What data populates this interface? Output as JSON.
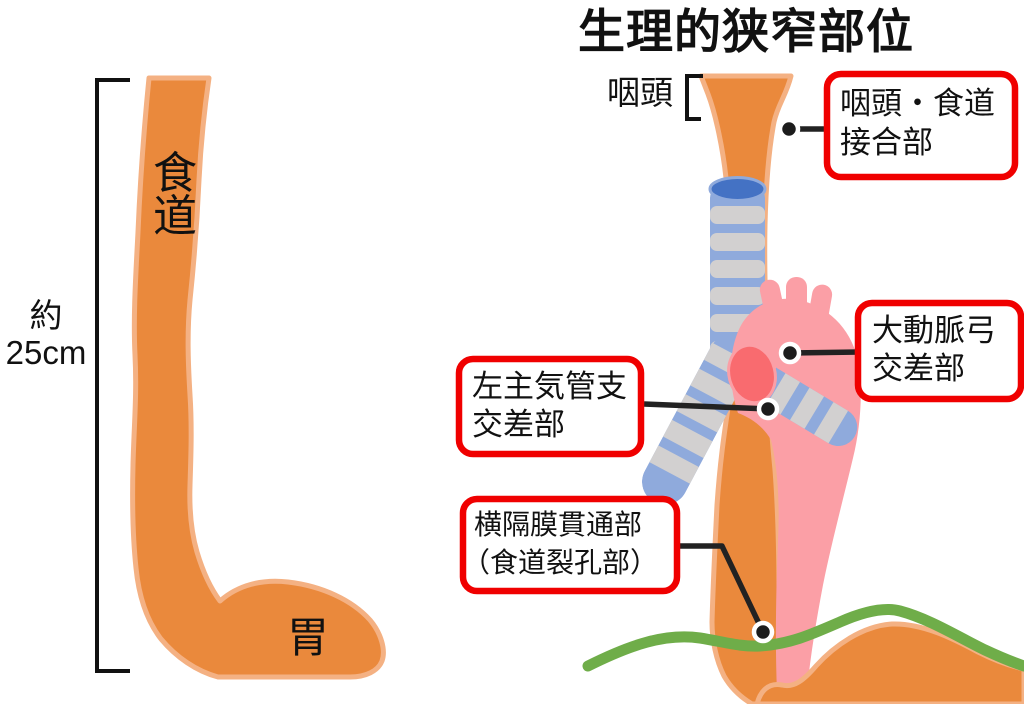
{
  "title": "生理的狭窄部位",
  "colors": {
    "esophagus_orange": "#EA893C",
    "esophagus_outline": "#F4B183",
    "trachea_blue": "#8FAADC",
    "trachea_dark_blue": "#4472C4",
    "cartilage_gray": "#D2D0D0",
    "aorta_pink": "#FB9FA6",
    "aorta_oval_red": "#F96B6F",
    "diaphragm_green": "#6FAD49",
    "label_border_red": "#F00000"
  },
  "left_figure": {
    "measure_line1": "約",
    "measure_line2": "25cm",
    "esophagus_chars": [
      "食",
      "道"
    ],
    "stomach_label": "胃"
  },
  "right_figure": {
    "pharynx_label": "咽頭",
    "labels": {
      "junction": {
        "line1": "咽頭・食道",
        "line2": "接合部"
      },
      "aortic": {
        "line1": "大動脈弓",
        "line2": "交差部"
      },
      "bronchus": {
        "line1": "左主気管支",
        "line2": "交差部"
      },
      "diaphragm": {
        "line1": "横隔膜貫通部",
        "line2": "（食道裂孔部）"
      }
    }
  }
}
